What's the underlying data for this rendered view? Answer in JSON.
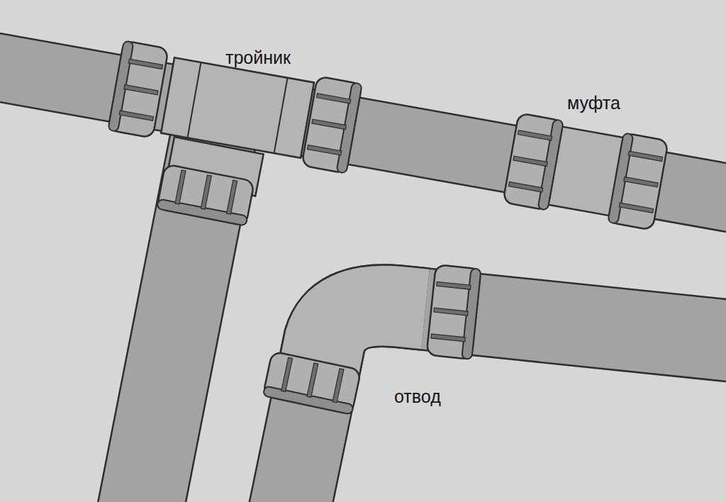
{
  "diagram": {
    "labels": [
      "тройник",
      "муфта",
      "отвод"
    ]
  }
}
